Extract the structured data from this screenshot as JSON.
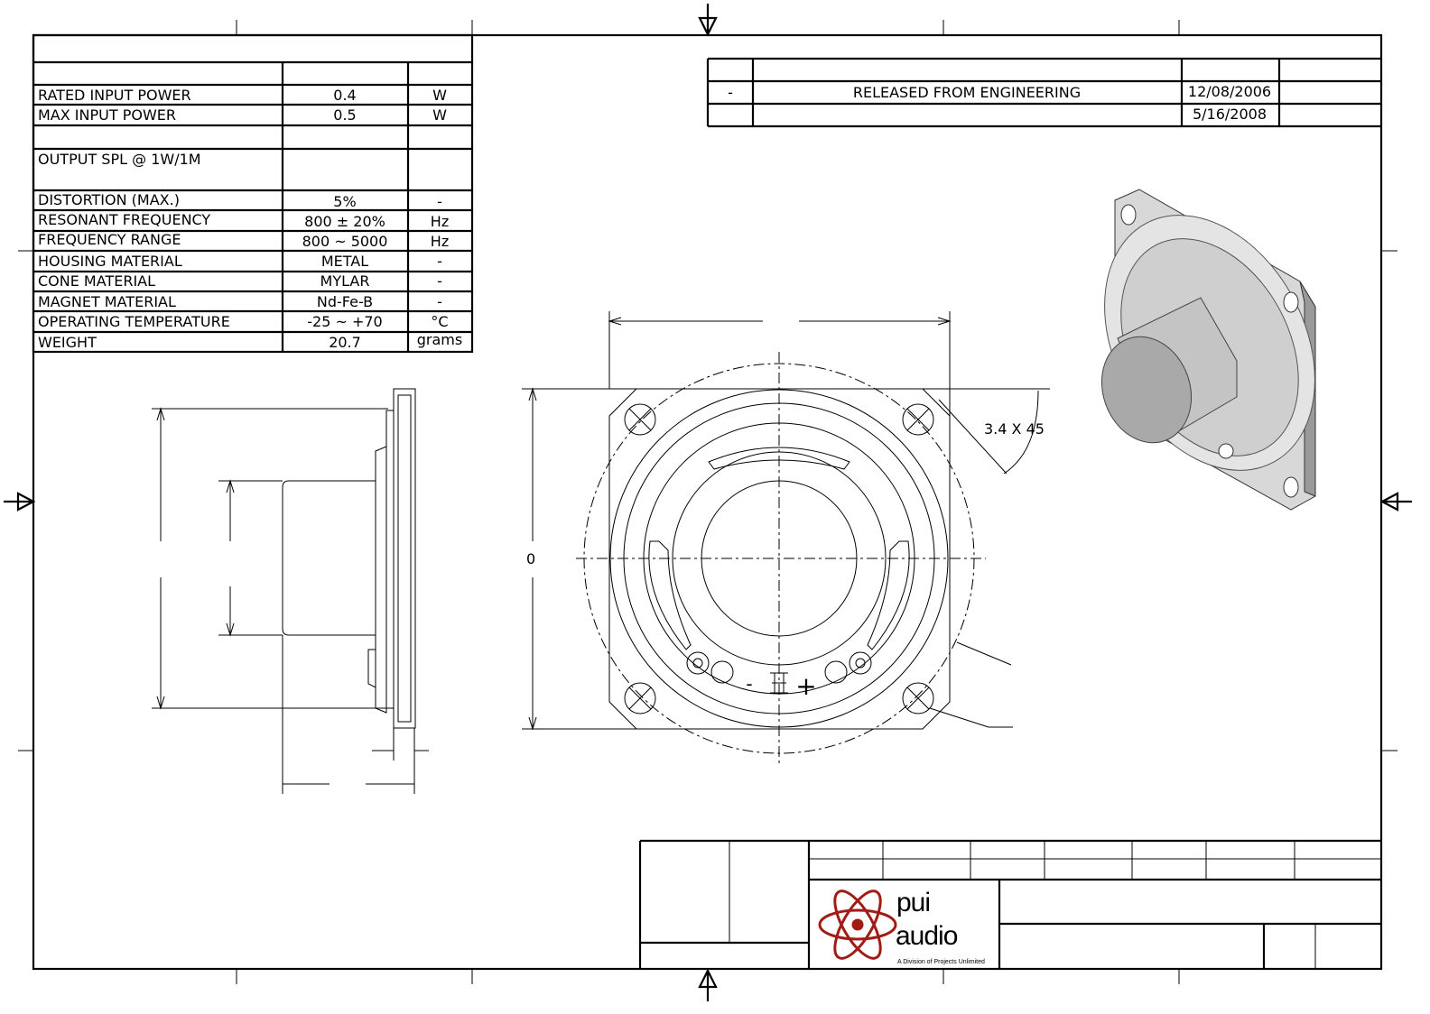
{
  "spec_table": {
    "rows": [
      {
        "label": "RATED INPUT POWER",
        "value": "0.4",
        "unit": "W"
      },
      {
        "label": "MAX INPUT POWER",
        "value": "0.5",
        "unit": "W"
      },
      {
        "label": "OUTPUT SPL @ 1W/1M",
        "value": "",
        "unit": ""
      },
      {
        "label": "DISTORTION (MAX.)",
        "value": "5%",
        "unit": "-"
      },
      {
        "label": "RESONANT FREQUENCY",
        "value": "800 ± 20%",
        "unit": "Hz"
      },
      {
        "label": "FREQUENCY RANGE",
        "value": "800 ~ 5000",
        "unit": "Hz"
      },
      {
        "label": "HOUSING MATERIAL",
        "value": "METAL",
        "unit": "-"
      },
      {
        "label": "CONE MATERIAL",
        "value": "MYLAR",
        "unit": "-"
      },
      {
        "label": "MAGNET MATERIAL",
        "value": "Nd-Fe-B",
        "unit": "-"
      },
      {
        "label": "OPERATING TEMPERATURE",
        "value": "-25 ~ +70",
        "unit": "°C"
      },
      {
        "label": "WEIGHT",
        "value": "20.7",
        "unit": "grams"
      }
    ]
  },
  "revision_table": {
    "rows": [
      {
        "rev": "-",
        "description": "RELEASED FROM ENGINEERING",
        "date": "12/08/2006"
      },
      {
        "rev": "",
        "description": "",
        "date": "5/16/2008"
      }
    ]
  },
  "dimensions": {
    "diameter_label": "0",
    "chamfer_label": "3.4 X 45"
  },
  "terminals": {
    "minus": "-",
    "plus": "+"
  },
  "logo": {
    "line1": "pui",
    "line2": "audio",
    "tagline": "A Division of Projects Unlimited",
    "color": "#a01c14"
  }
}
